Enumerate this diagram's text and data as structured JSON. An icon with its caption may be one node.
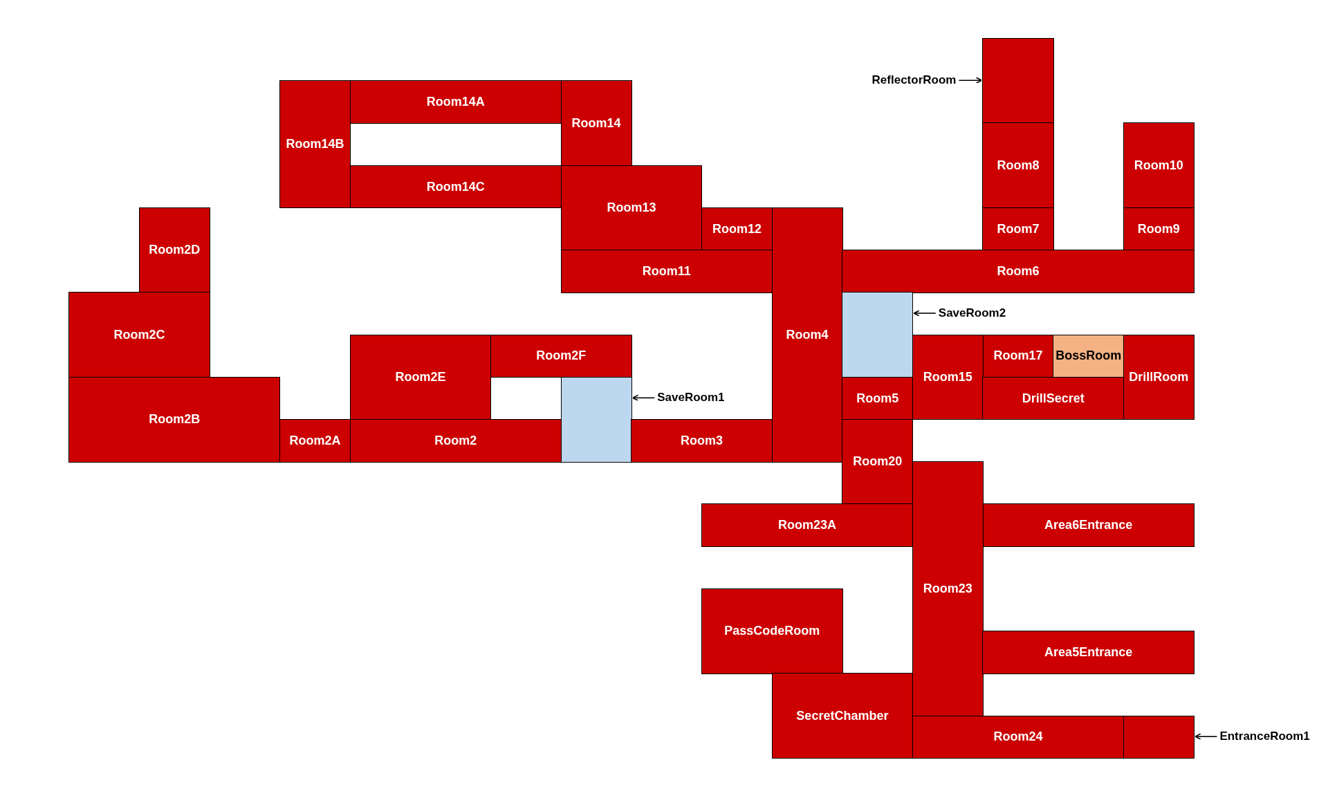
{
  "diagram": {
    "nodes": [
      {
        "text": [],
        "shape": "box"
      },
      {
        "text": [
          "ReflectorRoom"
        ]
      },
      {
        "text": [
          "Room14B"
        ]
      },
      {
        "text": [
          "Room14A"
        ]
      },
      {
        "text": [
          "Room14"
        ]
      },
      {
        "text": [
          "Room14C"
        ]
      },
      {
        "text": [
          "Room8"
        ]
      },
      {
        "text": [
          "Room10"
        ]
      },
      {
        "text": [
          "Room13"
        ]
      },
      {
        "text": [
          "Room12"
        ]
      },
      {
        "text": [
          "Room4"
        ]
      },
      {
        "text": [
          "Room2D"
        ]
      },
      {
        "text": [
          "Room7"
        ]
      },
      {
        "text": [
          "Room9"
        ]
      },
      {
        "text": [
          "Room11"
        ]
      },
      {
        "text": [
          "Room6"
        ]
      },
      {
        "text": [
          "Room2C"
        ]
      },
      {
        "text": [],
        "shape": "box"
      },
      {
        "text": [
          "SaveRoom2"
        ]
      },
      {
        "text": [
          "Room2F"
        ]
      },
      {
        "text": [
          "Room17"
        ]
      },
      {
        "text": [
          "BossRoom"
        ]
      },
      {
        "text": [
          "Room2E"
        ]
      },
      {
        "text": [
          "Room15"
        ]
      },
      {
        "text": [
          "DrillRoom"
        ]
      },
      {
        "text": [
          "Room2B"
        ]
      },
      {
        "text": [],
        "shape": "box"
      },
      {
        "text": [
          "SaveRoom1"
        ]
      },
      {
        "text": [
          "Room5"
        ]
      },
      {
        "text": [
          "DrillSecret"
        ]
      },
      {
        "text": [
          "Room2A"
        ]
      },
      {
        "text": [
          "Room2"
        ]
      },
      {
        "text": [
          "Room3"
        ]
      },
      {
        "text": [
          "Room20"
        ]
      },
      {
        "text": [
          "Room23A"
        ]
      },
      {
        "text": [
          "Area6Entrance"
        ]
      },
      {
        "text": [
          "Room23"
        ]
      },
      {
        "text": [
          "PassCodeRoom"
        ]
      },
      {
        "text": [
          "Area5Entrance"
        ]
      },
      {
        "text": [
          "SecretChamber"
        ]
      },
      {
        "text": [
          "Room24"
        ]
      },
      {
        "text": [],
        "shape": "box"
      },
      {
        "text": [
          "EntranceRoom1"
        ]
      }
    ],
    "edges": [
      {
        "from": 1,
        "to": 0,
        "arrow": "to"
      },
      {
        "from": 18,
        "to": 17,
        "arrow": "to"
      },
      {
        "from": 27,
        "to": 26,
        "arrow": "to"
      },
      {
        "from": 42,
        "to": 41,
        "arrow": "to"
      }
    ]
  }
}
